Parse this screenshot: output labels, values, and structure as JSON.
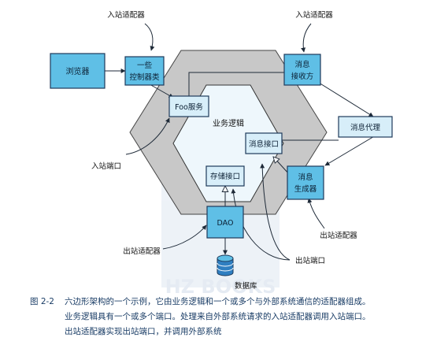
{
  "labels": {
    "inbound_adapter_top_left": "入站适配器",
    "inbound_adapter_top_right": "入站适配器",
    "inbound_port": "入站端口",
    "outbound_adapter_left": "出站适配器",
    "outbound_adapter_right": "出站适配器",
    "outbound_port": "出站端口",
    "business_logic": "业务逻辑",
    "database": "数据库"
  },
  "boxes": {
    "browser": "浏览器",
    "controllers_line1": "一些",
    "controllers_line2": "控制器类",
    "foo_service": "Foo服务",
    "message_receiver_line1": "消息",
    "message_receiver_line2": "接收方",
    "message_broker": "消息代理",
    "message_interface": "消息接口",
    "storage_interface": "存储接口",
    "message_producer_line1": "消息",
    "message_producer_line2": "生成器",
    "dao": "DAO"
  },
  "watermark": "HZ BOOKS",
  "caption": {
    "number": "图 2-2",
    "line1": "六边形架构的一个示例，它由业务逻辑和一个或多个与外部系统通信的适配器组成。",
    "line2": "业务逻辑具有一个或多个端口。处理来自外部系统请求的入站适配器调用入站端口。",
    "line3": "出站适配器实现出站端口，并调用外部系统"
  },
  "colors": {
    "outer_hexagon": "#c8c8c8",
    "inner_hexagon": "#eef7fc",
    "adapter_fill": "#5fbfe6",
    "port_fill": "#d7eef9",
    "box_stroke": "#1e3a5a",
    "caption_text": "#1a3d66"
  }
}
